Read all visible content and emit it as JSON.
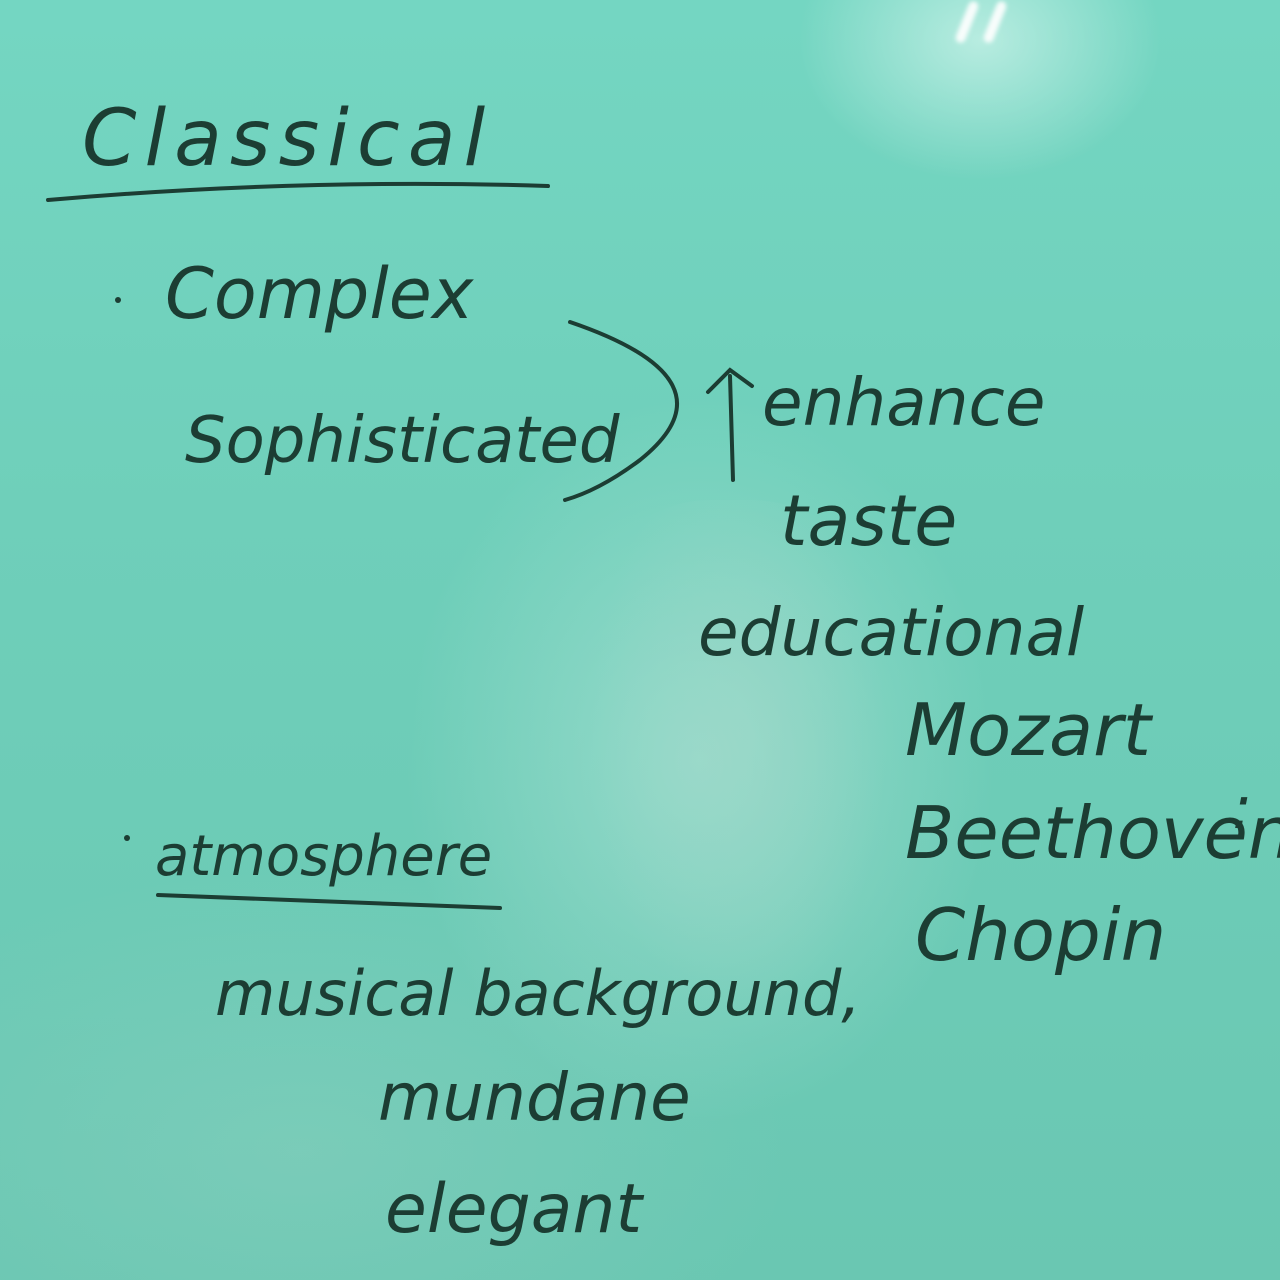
{
  "board": {
    "title": "Classical",
    "bullet_1": "Complex",
    "sophisticated": "Sophisticated",
    "enhance": "enhance",
    "taste": "taste",
    "educational": "educational",
    "composers": [
      "Mozart",
      "Beethoven",
      "Chopin"
    ],
    "composer_colon": ":",
    "bullet_2": "atmosphere",
    "musical_background": "musical background,",
    "mundane": "mundane",
    "elegant": "elegant"
  },
  "colors": {
    "board": "#6fcfbb",
    "ink": "#1c3d33"
  }
}
